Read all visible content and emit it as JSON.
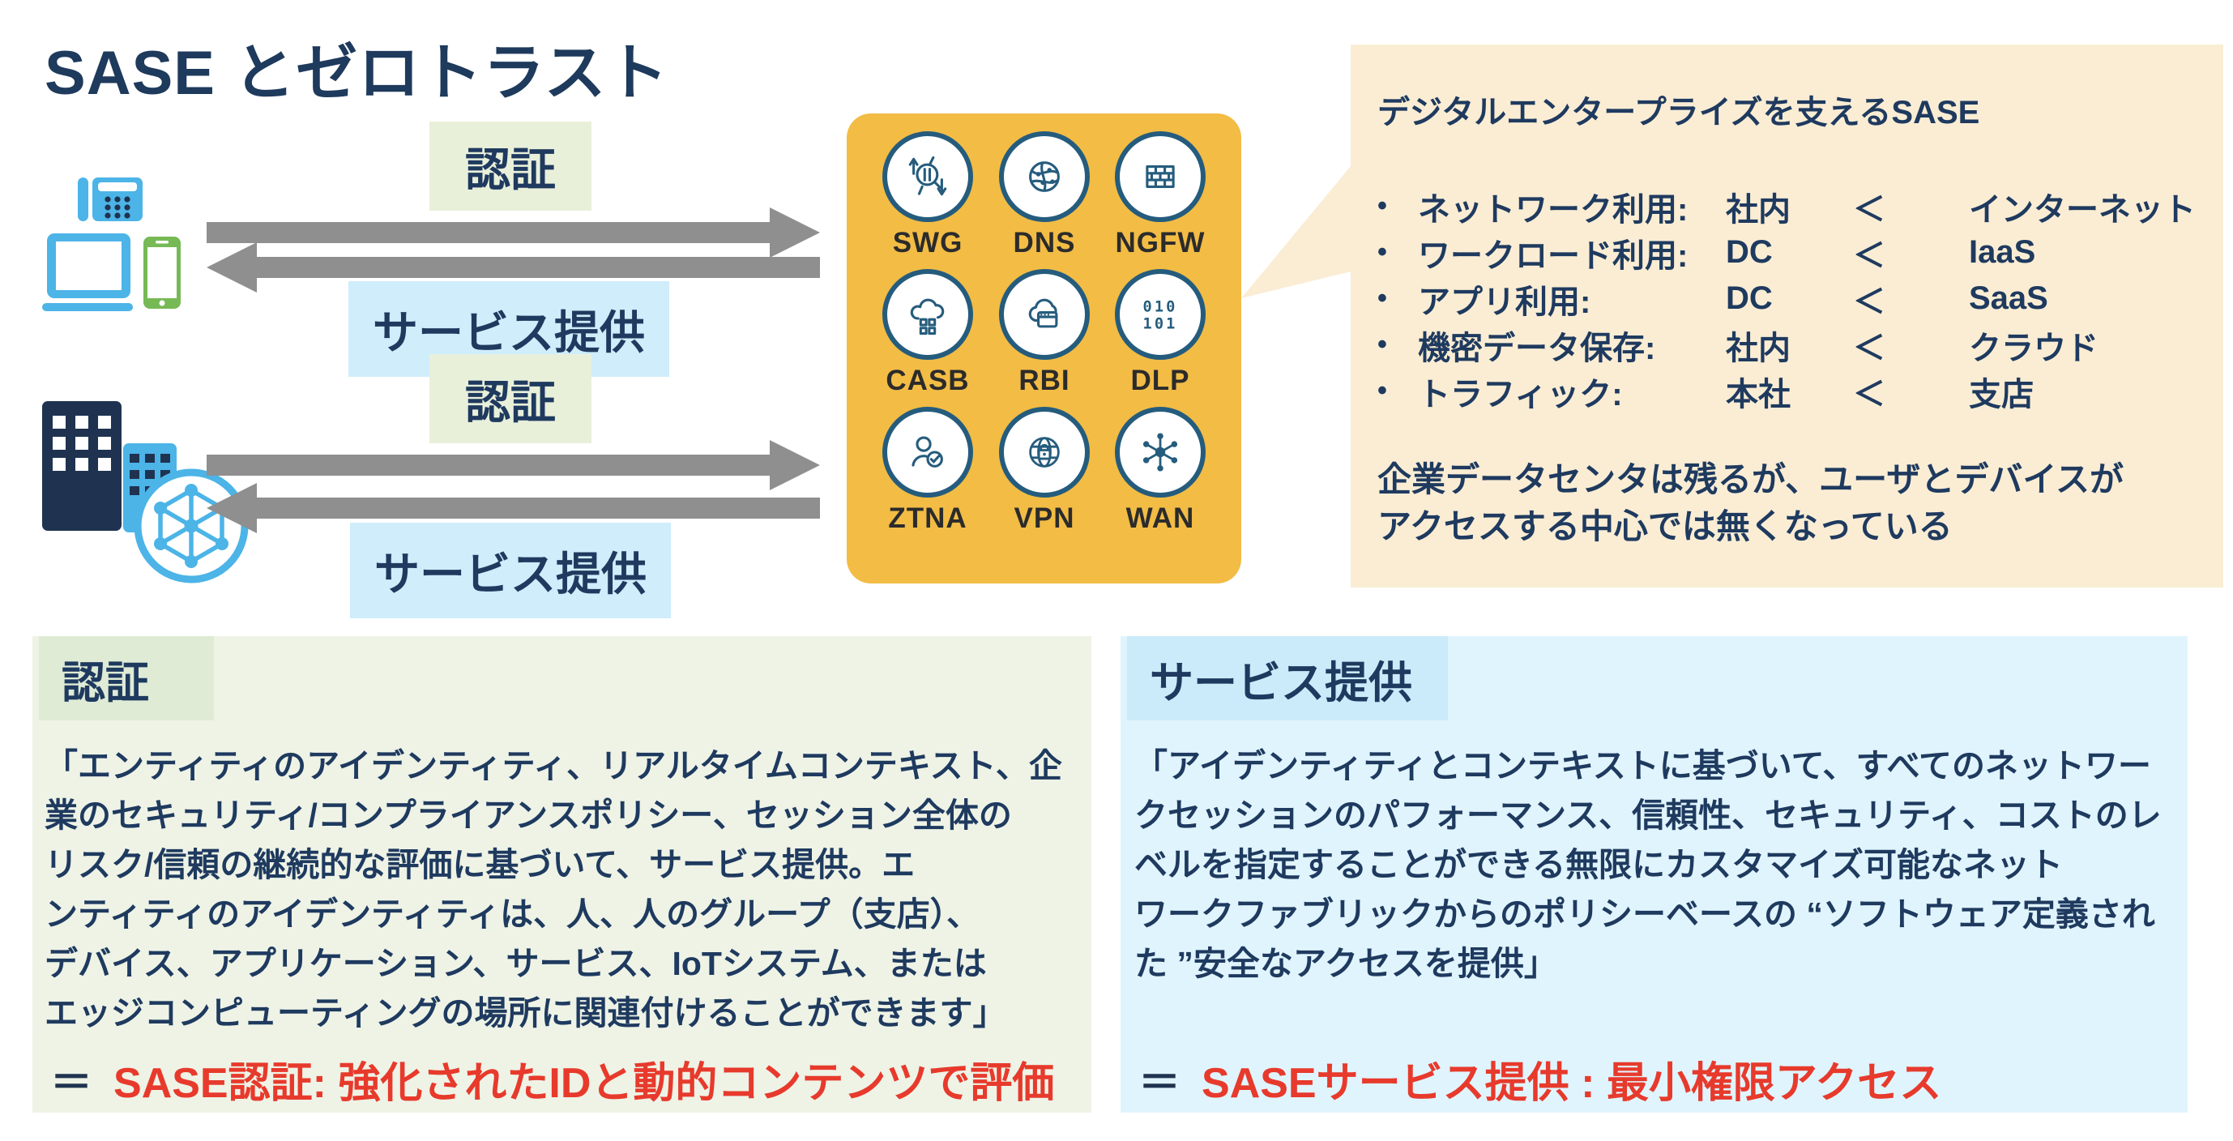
{
  "slide": {
    "title": "SASE とゼロトラスト"
  },
  "flow_labels": {
    "auth": "認証",
    "service": "サービス提供"
  },
  "clients": {
    "devices": [
      "desk-phone",
      "laptop",
      "smartphone"
    ],
    "sites": [
      "office-building",
      "branch-building",
      "mesh-network"
    ]
  },
  "sase_box": {
    "services": [
      {
        "label": "SWG",
        "icon": "swg-icon"
      },
      {
        "label": "DNS",
        "icon": "dns-icon"
      },
      {
        "label": "NGFW",
        "icon": "ngfw-icon"
      },
      {
        "label": "CASB",
        "icon": "casb-icon"
      },
      {
        "label": "RBI",
        "icon": "rbi-icon"
      },
      {
        "label": "DLP",
        "icon": "dlp-icon"
      },
      {
        "label": "ZTNA",
        "icon": "ztna-icon"
      },
      {
        "label": "VPN",
        "icon": "vpn-icon"
      },
      {
        "label": "WAN",
        "icon": "wan-icon"
      }
    ],
    "dlp_glyph_top": "010",
    "dlp_glyph_bottom": "101"
  },
  "callout": {
    "title": "デジタルエンタープライズを支えるSASE",
    "bullet_char": "•",
    "bullets": [
      {
        "label": "ネットワーク利用:",
        "left": "社内",
        "comp": "＜",
        "right": "インターネット"
      },
      {
        "label": "ワークロード利用:",
        "left": "DC",
        "comp": "＜",
        "right": "IaaS"
      },
      {
        "label": "アプリ利用:",
        "left": "DC",
        "comp": "＜",
        "right": "SaaS"
      },
      {
        "label": "機密データ保存:",
        "left": "社内",
        "comp": "＜",
        "right": "クラウド"
      },
      {
        "label": "トラフィック:",
        "left": "本社",
        "comp": "＜",
        "right": "支店"
      }
    ],
    "note_lines": [
      "企業データセンタは残るが、ユーザとデバイスが",
      "アクセスする中心では無くなっている"
    ]
  },
  "auth_panel": {
    "header": "認証",
    "body_lines": [
      "「エンティティのアイデンティティ、リアルタイムコンテキスト、企",
      "業のセキュリティ/コンプライアンスポリシー、セッション全体の",
      "リスク/信頼の継続的な評価に基づいて、サービス提供。エ",
      "ンティティのアイデンティティは、人、人のグループ（支店）、",
      "デバイス、アプリケーション、サービス、IoTシステム、または",
      "エッジコンピューティングの場所に関連付けることができます」"
    ],
    "equals": "＝",
    "conclusion": "SASE認証: 強化されたIDと動的コンテンツで評価"
  },
  "service_panel": {
    "header": "サービス提供",
    "body_lines": [
      "「アイデンティティとコンテキストに基づいて、すべてのネットワー",
      "クセッションのパフォーマンス、信頼性、セキュリティ、コストのレ",
      "ベルを指定することができる無限にカスタマイズ可能なネット",
      "ワークファブリックからのポリシーベースの “ソフトウェア定義され",
      "た ”安全なアクセスを提供」"
    ],
    "equals": "＝",
    "conclusion": "SASEサービス提供 : 最小権限アクセス"
  },
  "colors": {
    "navy_text": "#1F3A5F",
    "icon_stroke_blue": "#255C7D",
    "orange_box": "#F2BC45",
    "tan_callout": "#FAEDD4",
    "green_chip": "#E9F0DA",
    "blue_chip": "#CFEDFB",
    "green_panel": "#EEF3E6",
    "blue_panel": "#E0F4FD",
    "arrow_gray": "#8F8F8F",
    "device_blue": "#4CB4E7",
    "device_green": "#77B955",
    "building_navy": "#1F3350",
    "accent_red": "#E73A2C"
  }
}
